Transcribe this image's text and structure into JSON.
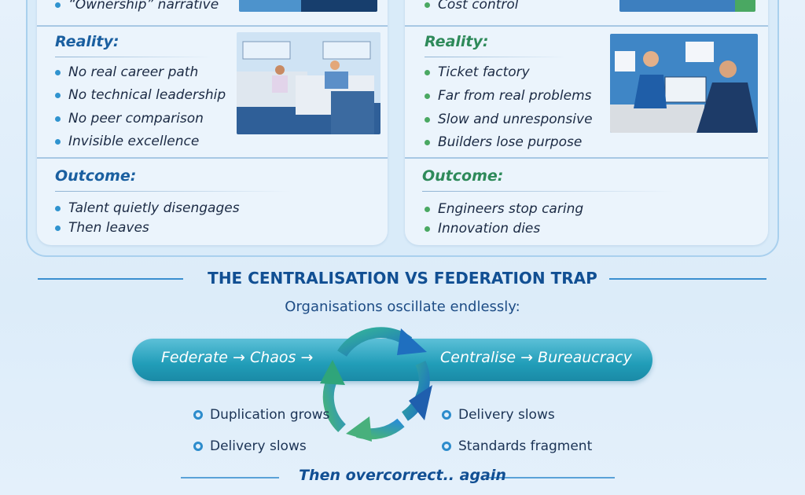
{
  "left_panel": {
    "top_bullet": "“Ownership” narrative",
    "reality": {
      "heading": "Reality:",
      "items": [
        "No real career path",
        "No technical leadership",
        "No peer comparison",
        "Invisible excellence"
      ]
    },
    "outcome": {
      "heading": "Outcome:",
      "items": [
        "Talent quietly disengages",
        "Then leaves"
      ]
    }
  },
  "right_panel": {
    "top_bullet": "Cost control",
    "reality": {
      "heading": "Reality:",
      "items": [
        "Ticket factory",
        "Far from real problems",
        "Slow and unresponsive",
        "Builders lose purpose"
      ]
    },
    "outcome": {
      "heading": "Outcome:",
      "items": [
        "Engineers stop caring",
        "Innovation dies"
      ]
    }
  },
  "trap": {
    "title": "THE CENTRALISATION VS FEDERATION TRAP",
    "subtitle": "Organisations oscillate endlessly:",
    "left_flow": "Federate → Chaos →",
    "right_flow": "Centralise → Bureaucracy",
    "left_effects": [
      "Duplication grows",
      "Delivery slows"
    ],
    "right_effects": [
      "Delivery slows",
      "Standards fragment"
    ],
    "footer": "Then overcorrect.. again"
  },
  "colors": {
    "blue_heading": "#1a5fa0",
    "green_heading": "#2e8a5a",
    "title": "#114f93",
    "pill": "#219db8"
  }
}
